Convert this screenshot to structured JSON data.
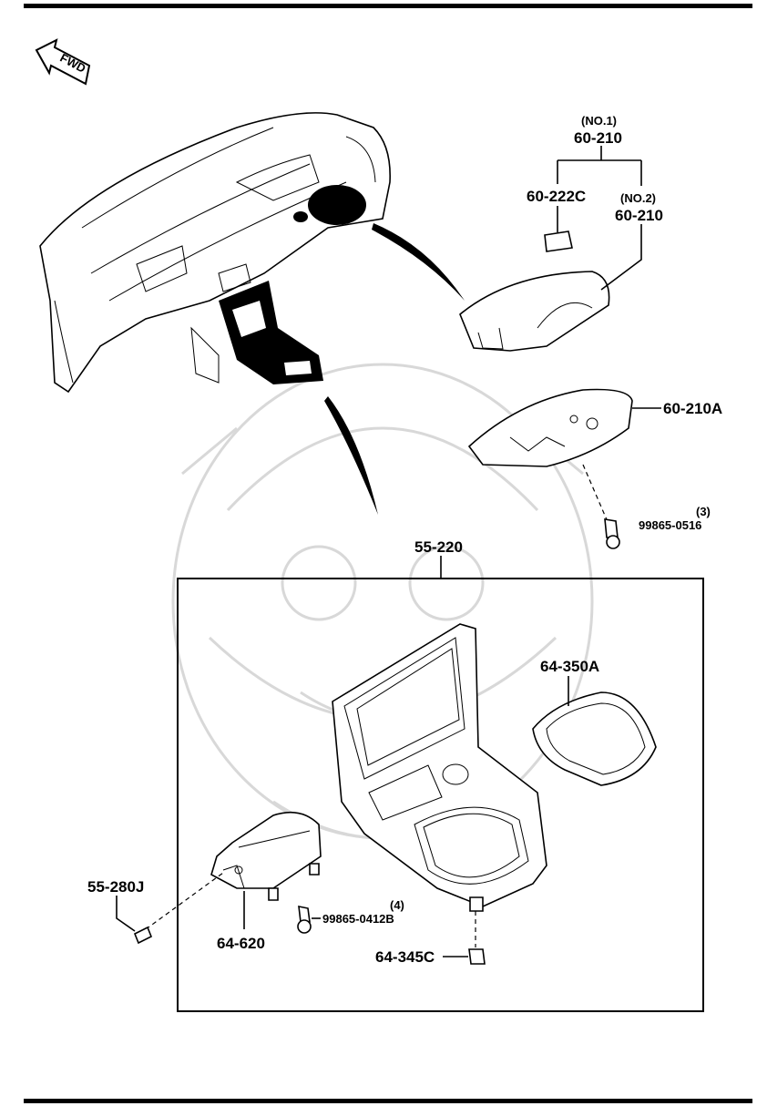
{
  "fwd_label": "FWD",
  "labels": {
    "no1": "(NO.1)",
    "p60_210_top": "60-210",
    "p60_222c": "60-222C",
    "no2": "(NO.2)",
    "p60_210_second": "60-210",
    "p60_210a": "60-210A",
    "qty_3": "(3)",
    "p99865_0516": "99865-0516",
    "p55_220": "55-220",
    "p64_350a": "64-350A",
    "p55_280j": "55-280J",
    "qty_4": "(4)",
    "p99865_0412b": "99865-0412B",
    "p64_620": "64-620",
    "p64_345c": "64-345C"
  },
  "colors": {
    "ink": "#000000",
    "watermark": "#d8d8d8",
    "background": "#ffffff"
  }
}
